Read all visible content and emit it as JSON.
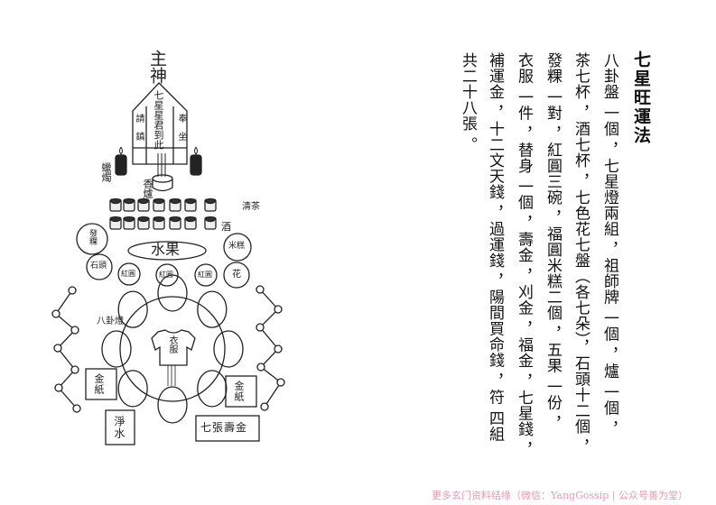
{
  "title": "七星旺運法",
  "columns": [
    "八卦盤 一個 ，七星燈兩組 ，祖師牌 一個 ，爐 一個 ，",
    "茶七杯 ，酒七杯 ，七色花七盤（各七朵），石頭十二個 ，",
    "發粿 一對 ，紅圓三碗 ，福圓米糕二個 ，五果 一份 ，",
    "衣服 一件 ，替身 一個 ，壽金 ，刈金 ，福金 ，七星錢 ，",
    "補運金 ，十二文天錢 ，過運錢 ，陽間買命錢 ，符 四組",
    "共二十八張 。"
  ],
  "diagram": {
    "main_god": "主神",
    "tablet_center": "七星星君到此",
    "tablet_left": "請鎮",
    "tablet_right": "奉坐",
    "candles": "蠟燭",
    "incense_burner": "香爐",
    "tea": "清茶",
    "wine": "酒",
    "fa_gui": "發粿",
    "rice_cake": "米糕",
    "fruit": "水果",
    "stone": "石頭",
    "red_round": "紅圓",
    "flower": "花",
    "bagua_lamp": "八卦燈",
    "clothes": "衣服",
    "gold_paper": "金紙",
    "clean_water": "淨水",
    "seven_shou_jin": "七張壽金"
  },
  "watermark": "更多玄门资料结缘（微信：YangGossip | 公众号善为堂）"
}
